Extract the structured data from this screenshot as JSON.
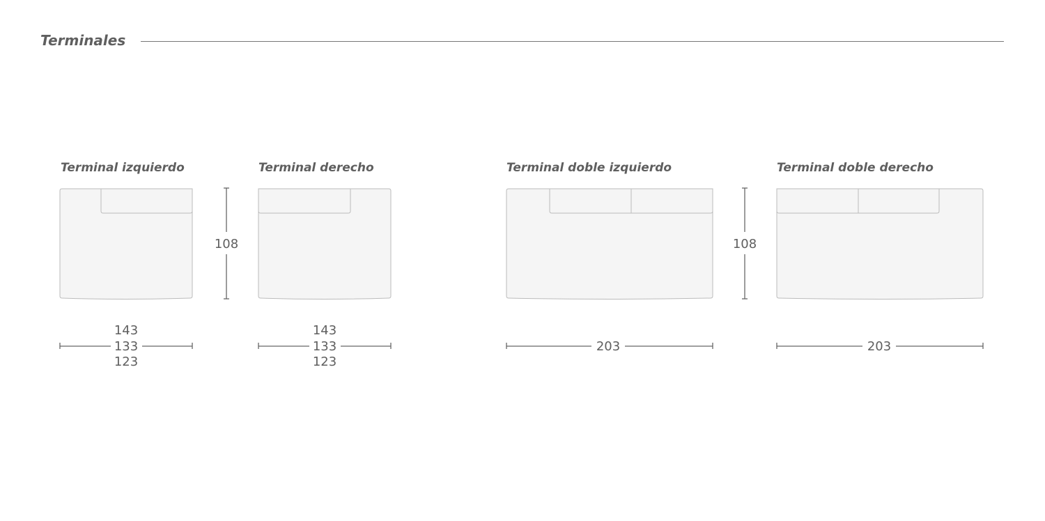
{
  "section": {
    "title": "Terminales"
  },
  "modules": [
    {
      "label": "Terminal izquierdo",
      "width_dims": [
        "143",
        "133",
        "123"
      ],
      "depth_dim": "108"
    },
    {
      "label": "Terminal derecho",
      "width_dims": [
        "143",
        "133",
        "123"
      ]
    },
    {
      "label": "Terminal doble izquierdo",
      "width_dims": [
        "203"
      ],
      "depth_dim": "108"
    },
    {
      "label": "Terminal doble derecho",
      "width_dims": [
        "203"
      ]
    }
  ],
  "colors": {
    "fill": "#f5f5f5",
    "stroke": "#bbbbbb",
    "dim_line": "#666666",
    "text": "#5f5f5f"
  }
}
